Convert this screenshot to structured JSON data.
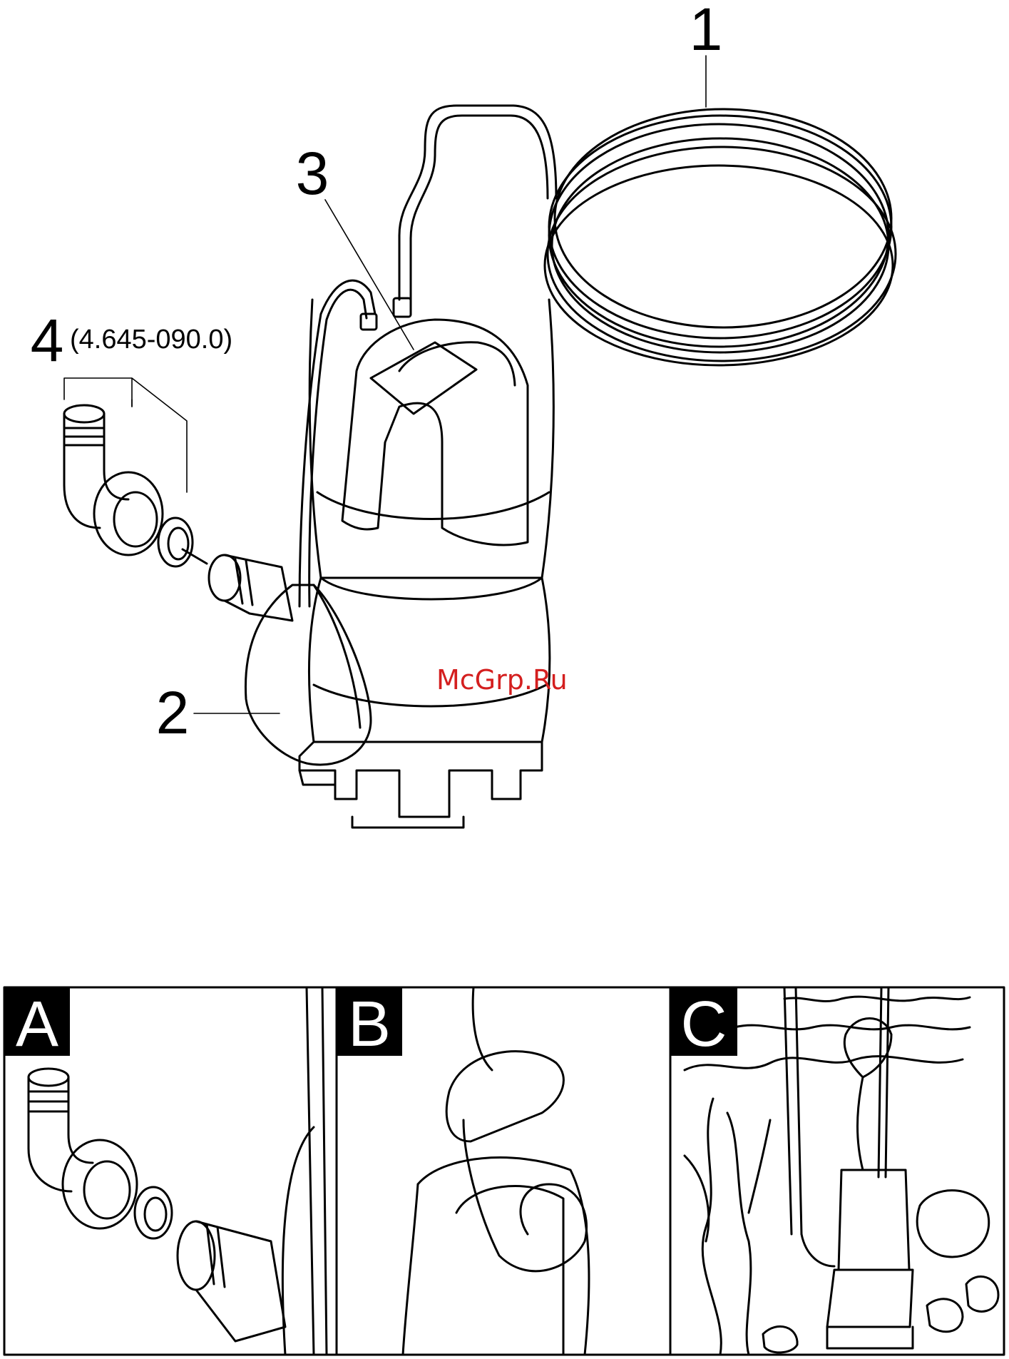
{
  "callouts": {
    "c1": "1",
    "c2": "2",
    "c3": "3",
    "c4": "4",
    "c4_partno": "(4.645-090.0)"
  },
  "panels": {
    "a": "A",
    "b": "B",
    "c": "C"
  },
  "watermark": "McGrp.Ru",
  "colors": {
    "line": "#000000",
    "watermark": "#d41f1f",
    "label_bg": "#000000"
  }
}
